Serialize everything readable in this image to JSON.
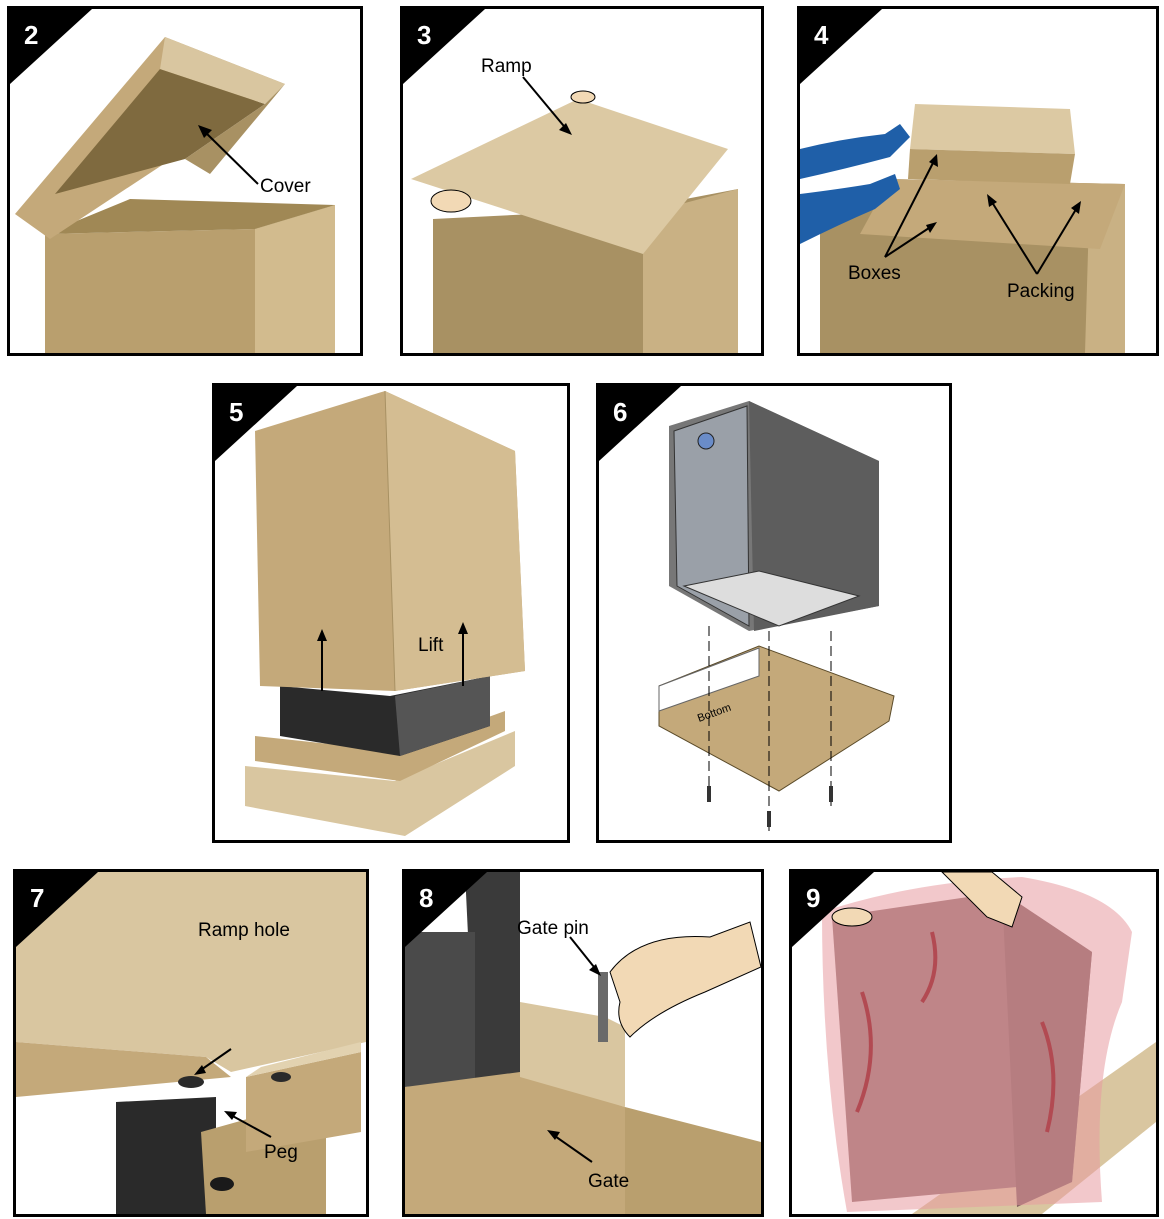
{
  "panels": [
    {
      "step": "2",
      "labels": {
        "cover": "Cover"
      }
    },
    {
      "step": "3",
      "labels": {
        "ramp": "Ramp"
      }
    },
    {
      "step": "4",
      "labels": {
        "boxes": "Boxes",
        "packing": "Packing"
      }
    },
    {
      "step": "5",
      "labels": {
        "lift": "Lift"
      }
    },
    {
      "step": "6",
      "labels": {
        "bottom": "Bottom"
      }
    },
    {
      "step": "7",
      "labels": {
        "ramp_hole": "Ramp hole",
        "peg": "Peg"
      }
    },
    {
      "step": "8",
      "labels": {
        "gate_pin": "Gate pin",
        "gate": "Gate"
      }
    },
    {
      "step": "9",
      "labels": {}
    }
  ],
  "colors": {
    "cardboard_light": "#d9c6a0",
    "cardboard_mid": "#c4a97a",
    "cardboard_dark": "#a89163",
    "cardboard_shadow": "#8a7448",
    "cabinet_gray": "#6b6b6b",
    "plastic_red": "#d9828a"
  }
}
